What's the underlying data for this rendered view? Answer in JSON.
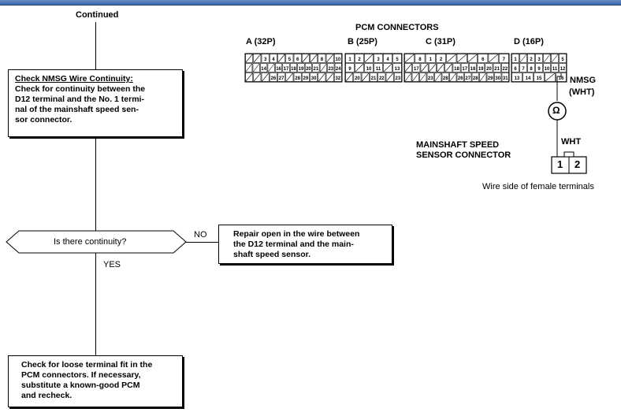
{
  "header": {
    "continued": "Continued"
  },
  "step1": {
    "heading": "Check NMSG Wire Continuity:",
    "lines": [
      "Check for continuity between the",
      "D12 terminal and the No. 1 termi-",
      "nal of the mainshaft speed sen-",
      "sor connector."
    ]
  },
  "decision": {
    "question": "Is there continuity?",
    "no_label": "NO",
    "yes_label": "YES"
  },
  "repair": {
    "lines": [
      "Repair open in the wire between",
      "the D12 terminal and the main-",
      "shaft speed sensor."
    ]
  },
  "final": {
    "lines": [
      "Check for loose terminal fit in the",
      "PCM connectors. If necessary,",
      "substitute a known-good PCM",
      "and recheck."
    ]
  },
  "connectors": {
    "title": "PCM CONNECTORS",
    "labels": [
      "A (32P)",
      "B (25P)",
      "C (31P)",
      "D (16P)"
    ],
    "a_rows": [
      [
        "",
        "",
        "3",
        "4",
        "",
        "5",
        "6",
        "",
        "",
        "8",
        "",
        "10"
      ],
      [
        "",
        "",
        "14",
        "",
        "16",
        "17",
        "18",
        "19",
        "20",
        "21",
        "",
        "23",
        "24"
      ],
      [
        "",
        "",
        "",
        "26",
        "27",
        "",
        "28",
        "29",
        "30",
        "",
        "",
        "32"
      ]
    ],
    "b_rows": [
      [
        "1",
        "2",
        "",
        "3",
        "4",
        "5"
      ],
      [
        "9",
        "",
        "10",
        "11",
        "",
        "13"
      ],
      [
        "",
        "20",
        "",
        "21",
        "22",
        "",
        "23"
      ]
    ],
    "c_rows": [
      [
        "",
        "8",
        "1",
        "2",
        "",
        "",
        "",
        "6",
        "",
        "7"
      ],
      [
        "",
        "17",
        "",
        "",
        "",
        "",
        "18",
        "17",
        "18",
        "19",
        "20",
        "21",
        "22"
      ],
      [
        "",
        "",
        "",
        "23",
        "",
        "28",
        "",
        "26",
        "27",
        "28",
        "",
        "29",
        "30",
        "31"
      ]
    ],
    "d_rows": [
      [
        "1",
        "",
        "2",
        "3",
        "",
        "",
        "5"
      ],
      [
        "6",
        "7",
        "8",
        "9",
        "10",
        "11",
        "12"
      ],
      [
        "13",
        "14",
        "15",
        "",
        "16"
      ]
    ]
  },
  "wiring": {
    "signal": "NMSG",
    "signal_color": "(WHT)",
    "meter_symbol": "Ω",
    "sensor_label_1": "MAINSHAFT SPEED",
    "sensor_label_2": "SENSOR CONNECTOR",
    "wire_color": "WHT",
    "pin1": "1",
    "pin2": "2",
    "caption": "Wire side of female terminals"
  }
}
